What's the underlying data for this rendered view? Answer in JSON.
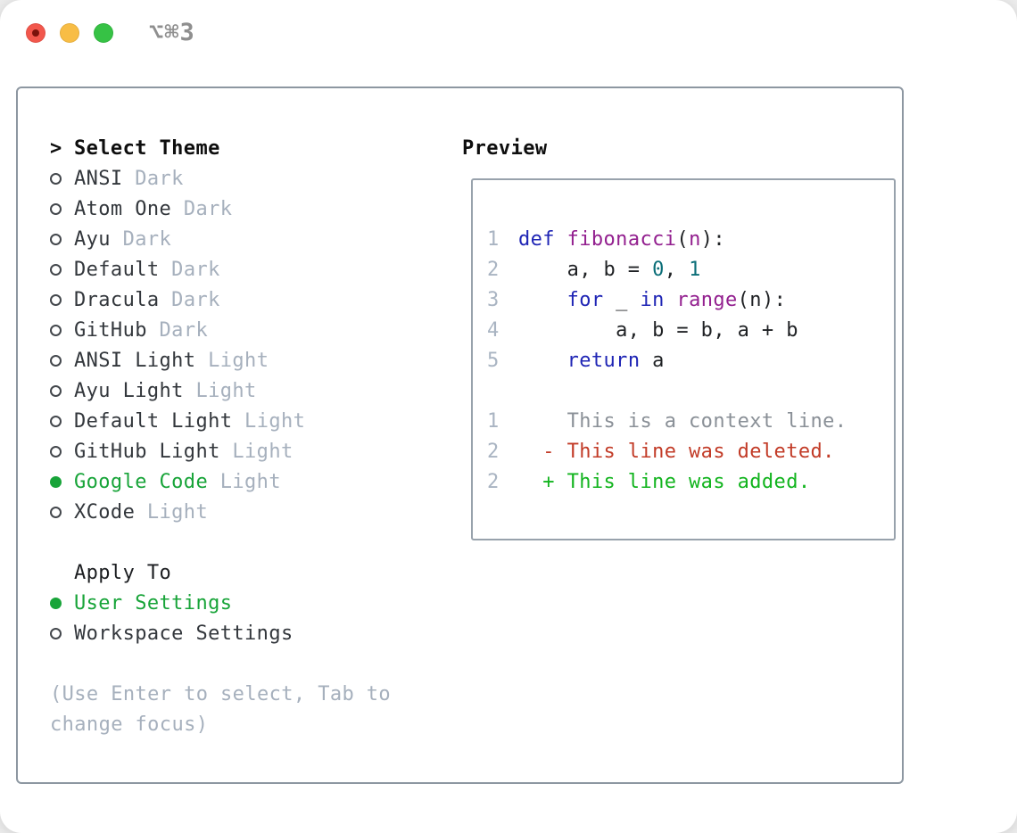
{
  "window": {
    "title": "⌥⌘3"
  },
  "colors": {
    "page_bg": "#ececec",
    "window_bg": "#ffffff",
    "panel_border": "#8d97a1",
    "box_border": "#98a2ac",
    "title_gray": "#8f8f8f",
    "heading": "#0e0e0e",
    "text": "#33373c",
    "muted": "#a6b0bd",
    "green": "#18a439",
    "line_num": "#a9b4c2",
    "kw": "#1f25b5",
    "fn": "#93208f",
    "lit": "#0b6e78",
    "plain": "#1f2124",
    "diff_context": "#8a9097",
    "diff_del": "#c23b27",
    "diff_add": "#12b41e",
    "traffic_red": "#f2574c",
    "traffic_red_dot": "#7a120b",
    "traffic_yellow": "#f8bd45",
    "traffic_green": "#36c245"
  },
  "theme_selector": {
    "focus_marker": ">",
    "heading": "Select Theme",
    "items": [
      {
        "name": "ANSI",
        "variant": "Dark",
        "selected": false
      },
      {
        "name": "Atom One",
        "variant": "Dark",
        "selected": false
      },
      {
        "name": "Ayu",
        "variant": "Dark",
        "selected": false
      },
      {
        "name": "Default",
        "variant": "Dark",
        "selected": false
      },
      {
        "name": "Dracula",
        "variant": "Dark",
        "selected": false
      },
      {
        "name": "GitHub",
        "variant": "Dark",
        "selected": false
      },
      {
        "name": "ANSI Light",
        "variant": "Light",
        "selected": false
      },
      {
        "name": "Ayu Light",
        "variant": "Light",
        "selected": false
      },
      {
        "name": "Default Light",
        "variant": "Light",
        "selected": false
      },
      {
        "name": "GitHub Light",
        "variant": "Light",
        "selected": false
      },
      {
        "name": "Google Code",
        "variant": "Light",
        "selected": true
      },
      {
        "name": "XCode",
        "variant": "Light",
        "selected": false
      }
    ]
  },
  "apply_to": {
    "heading": "Apply To",
    "options": [
      {
        "label": "User Settings",
        "selected": true
      },
      {
        "label": "Workspace Settings",
        "selected": false
      }
    ]
  },
  "help_lines": [
    "(Use Enter to select, Tab to",
    "change focus)"
  ],
  "preview": {
    "heading": "Preview",
    "code_lines": [
      {
        "num": "1",
        "tokens": [
          {
            "t": "def",
            "c": "kw"
          },
          {
            "t": " ",
            "c": "pl"
          },
          {
            "t": "fibonacci",
            "c": "fn"
          },
          {
            "t": "(",
            "c": "pl"
          },
          {
            "t": "n",
            "c": "fn"
          },
          {
            "t": "):",
            "c": "pl"
          }
        ]
      },
      {
        "num": "2",
        "tokens": [
          {
            "t": "    a, b = ",
            "c": "pl"
          },
          {
            "t": "0",
            "c": "lit"
          },
          {
            "t": ", ",
            "c": "pl"
          },
          {
            "t": "1",
            "c": "lit"
          }
        ]
      },
      {
        "num": "3",
        "tokens": [
          {
            "t": "    ",
            "c": "pl"
          },
          {
            "t": "for",
            "c": "kw"
          },
          {
            "t": " _ ",
            "c": "pl"
          },
          {
            "t": "in",
            "c": "kw"
          },
          {
            "t": " ",
            "c": "pl"
          },
          {
            "t": "range",
            "c": "fn"
          },
          {
            "t": "(n):",
            "c": "pl"
          }
        ]
      },
      {
        "num": "4",
        "tokens": [
          {
            "t": "        a, b = b, a + b",
            "c": "pl"
          }
        ]
      },
      {
        "num": "5",
        "tokens": [
          {
            "t": "    ",
            "c": "pl"
          },
          {
            "t": "return",
            "c": "kw"
          },
          {
            "t": " a",
            "c": "pl"
          }
        ]
      }
    ],
    "diff_lines": [
      {
        "num": "1",
        "text": "    This is a context line.",
        "type": "context"
      },
      {
        "num": "2",
        "text": "  - This line was deleted.",
        "type": "deleted"
      },
      {
        "num": "2",
        "text": "  + This line was added.",
        "type": "added"
      }
    ]
  }
}
